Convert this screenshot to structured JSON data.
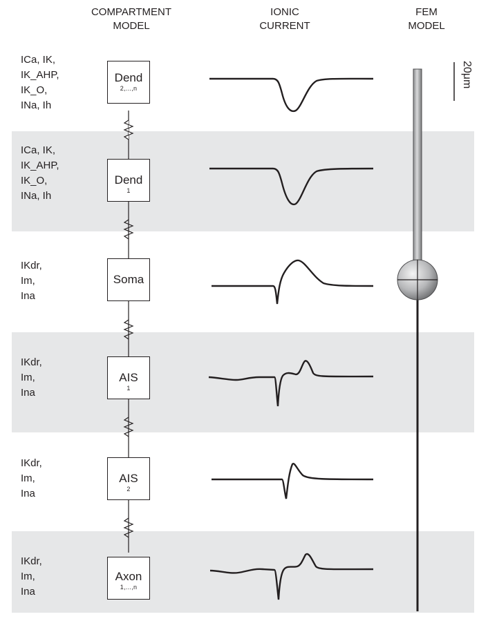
{
  "headers": {
    "compartment": [
      "COMPARTMENT",
      "MODEL"
    ],
    "ionic": [
      "IONIC",
      "CURRENT"
    ],
    "fem": [
      "FEM",
      "MODEL"
    ]
  },
  "scale_bar": {
    "label": "20μm"
  },
  "rows": [
    {
      "id": "dend-n",
      "compartment": "Dend",
      "subscript": "2,...,n",
      "shaded": false,
      "currents": [
        "ICa, IK,",
        "IK_AHP,",
        "IK_O,",
        "INa, Ih"
      ]
    },
    {
      "id": "dend-1",
      "compartment": "Dend",
      "subscript": "1",
      "shaded": true,
      "currents": [
        "ICa, IK,",
        "IK_AHP,",
        "IK_O,",
        "INa, Ih"
      ]
    },
    {
      "id": "soma",
      "compartment": "Soma",
      "subscript": "",
      "shaded": false,
      "currents": [
        "IKdr,",
        "Im,",
        "Ina"
      ]
    },
    {
      "id": "ais-1",
      "compartment": "AIS",
      "subscript": "1",
      "shaded": true,
      "currents": [
        "IKdr,",
        "Im,",
        "Ina"
      ]
    },
    {
      "id": "ais-2",
      "compartment": "AIS",
      "subscript": "2",
      "shaded": false,
      "currents": [
        "IKdr,",
        "Im,",
        "Ina"
      ]
    },
    {
      "id": "axon",
      "compartment": "Axon",
      "subscript": "1,...,n",
      "shaded": true,
      "currents": [
        "IKdr,",
        "Im,",
        "Ina"
      ]
    }
  ],
  "colors": {
    "band": "#e6e7e8",
    "ink": "#231f20"
  }
}
